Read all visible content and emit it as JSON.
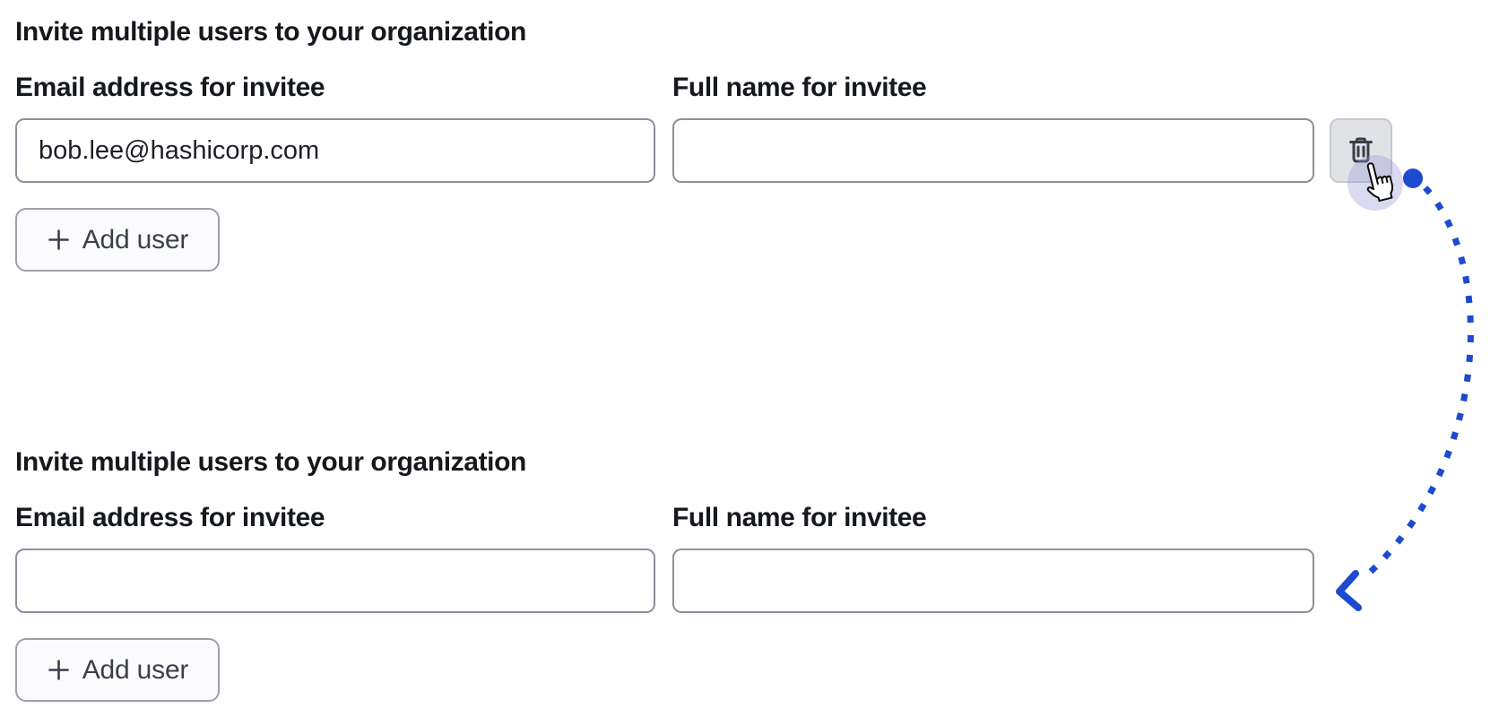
{
  "page": {
    "background": "#ffffff"
  },
  "sections": [
    {
      "state": "before-delete",
      "heading": "Invite multiple users to your organization",
      "email": {
        "label": "Email address for invitee",
        "value": "bob.lee@hashicorp.com"
      },
      "name": {
        "label": "Full name for invitee",
        "value": ""
      },
      "add_user": {
        "label": "Add user",
        "icon": "plus-icon"
      },
      "delete_button": {
        "icon": "trash-icon"
      }
    },
    {
      "state": "after-delete",
      "heading": "Invite multiple users to your organization",
      "email": {
        "label": "Email address for invitee",
        "value": ""
      },
      "name": {
        "label": "Full name for invitee",
        "value": ""
      },
      "add_user": {
        "label": "Add user",
        "icon": "plus-icon"
      }
    }
  ],
  "annotation": {
    "arrow_color": "#1c4ad0",
    "halo_color": "rgba(150,150,214,0.35)",
    "cursor_icon": "hand-pointer-icon",
    "dot_icon": "start-dot",
    "style": "dotted-curved-arrow"
  }
}
